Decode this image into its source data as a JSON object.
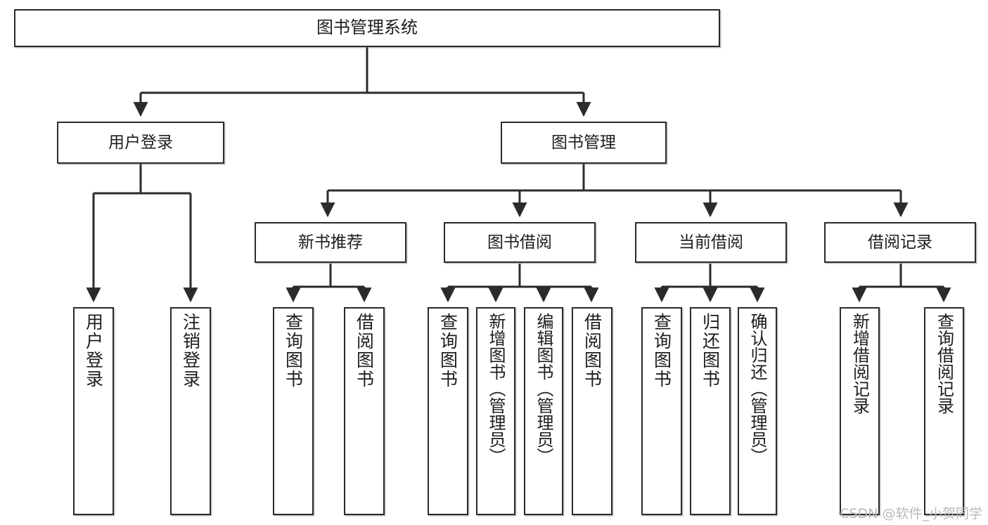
{
  "diagram": {
    "title": "图书管理系统",
    "type": "hierarchy-tree",
    "watermark": "CSDN @软件_小贺同学",
    "colors": {
      "box_border": "#2b2b2b",
      "box_fill": "#ffffff",
      "edge": "#2b2b2b",
      "text": "#1d1d1d",
      "watermark": "#b9b9b9",
      "background": "#ffffff"
    }
  },
  "nodes": {
    "root": {
      "label": "图书管理系统",
      "level": 1
    },
    "level2": [
      {
        "id": "user-login",
        "label": "用户登录"
      },
      {
        "id": "book-manage",
        "label": "图书管理"
      }
    ],
    "level3": [
      {
        "id": "new-book-recommend",
        "label": "新书推荐"
      },
      {
        "id": "book-borrow",
        "label": "图书借阅"
      },
      {
        "id": "current-borrow",
        "label": "当前借阅"
      },
      {
        "id": "borrow-record",
        "label": "借阅记录"
      }
    ],
    "leaves": {
      "user-login": [
        {
          "id": "leaf-user-login",
          "label": "用户登录"
        },
        {
          "id": "leaf-logout-login",
          "label": "注销登录"
        }
      ],
      "new-book-recommend": [
        {
          "id": "leaf-query-book-1",
          "label": "查询图书"
        },
        {
          "id": "leaf-borrow-book-1",
          "label": "借阅图书"
        }
      ],
      "book-borrow": [
        {
          "id": "leaf-query-book-2",
          "label": "查询图书"
        },
        {
          "id": "leaf-add-book",
          "label": "新增图书（管理员）"
        },
        {
          "id": "leaf-edit-book",
          "label": "编辑图书（管理员）"
        },
        {
          "id": "leaf-borrow-book-2",
          "label": "借阅图书"
        }
      ],
      "current-borrow": [
        {
          "id": "leaf-query-book-3",
          "label": "查询图书"
        },
        {
          "id": "leaf-return-book",
          "label": "归还图书"
        },
        {
          "id": "leaf-confirm-return",
          "label": "确认归还（管理员）"
        }
      ],
      "borrow-record": [
        {
          "id": "leaf-add-record",
          "label": "新增借阅记录"
        },
        {
          "id": "leaf-query-record",
          "label": "查询借阅记录"
        }
      ]
    }
  }
}
